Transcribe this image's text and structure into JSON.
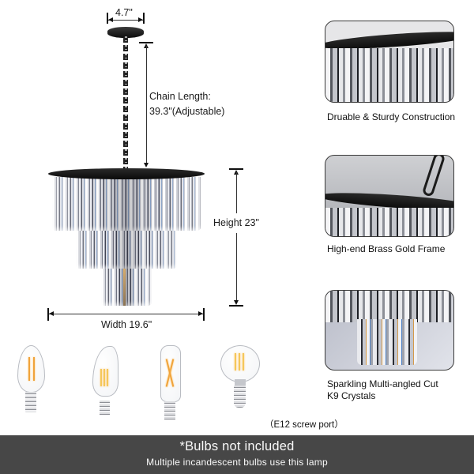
{
  "product": {
    "name": "Crystal chandelier (3-tier, black frame)",
    "dimensions": {
      "canopy_width": "4.7\"",
      "chain_length_label": "Chain Length:",
      "chain_length_value": "39.3\"(Adjustable)",
      "height": "Height 23\"",
      "width": "Width 19.6\""
    }
  },
  "features": [
    {
      "caption": "Druable & Sturdy Construction"
    },
    {
      "caption": "High-end Brass Gold Frame"
    },
    {
      "caption_line1": "Sparkling Multi-angled Cut",
      "caption_line2": "K9 Crystals"
    }
  ],
  "bulbs": {
    "types": [
      "candle-bulb",
      "flame-tip-bulb",
      "tubular-bulb",
      "globe-bulb"
    ],
    "screw_note": "（E12 screw port）"
  },
  "footer": {
    "title": "*Bulbs not included",
    "subtitle": "Multiple incandescent bulbs use this lamp",
    "background": "#474747"
  }
}
